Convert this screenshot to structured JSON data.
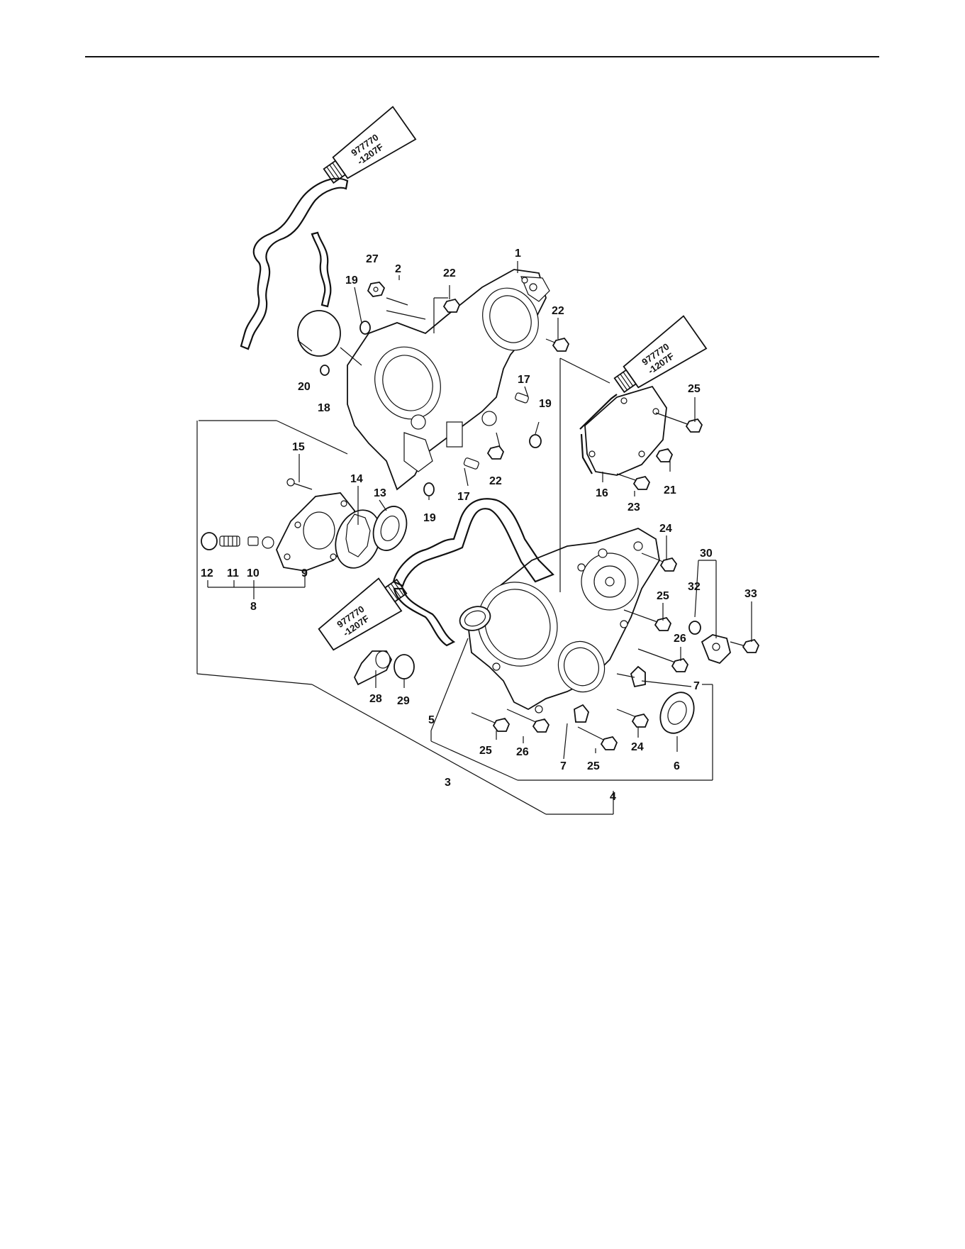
{
  "diagram": {
    "part_labels": [
      {
        "id": "p1",
        "text": "1"
      },
      {
        "id": "p2",
        "text": "2"
      },
      {
        "id": "p3",
        "text": "3"
      },
      {
        "id": "p4",
        "text": "4"
      },
      {
        "id": "p5",
        "text": "5"
      },
      {
        "id": "p6",
        "text": "6"
      },
      {
        "id": "p7a",
        "text": "7"
      },
      {
        "id": "p7b",
        "text": "7"
      },
      {
        "id": "p8",
        "text": "8"
      },
      {
        "id": "p9",
        "text": "9"
      },
      {
        "id": "p10",
        "text": "10"
      },
      {
        "id": "p11",
        "text": "11"
      },
      {
        "id": "p12",
        "text": "12"
      },
      {
        "id": "p13",
        "text": "13"
      },
      {
        "id": "p14",
        "text": "14"
      },
      {
        "id": "p15",
        "text": "15"
      },
      {
        "id": "p16",
        "text": "16"
      },
      {
        "id": "p17a",
        "text": "17"
      },
      {
        "id": "p17b",
        "text": "17"
      },
      {
        "id": "p18",
        "text": "18"
      },
      {
        "id": "p19a",
        "text": "19"
      },
      {
        "id": "p19b",
        "text": "19"
      },
      {
        "id": "p19c",
        "text": "19"
      },
      {
        "id": "p20",
        "text": "20"
      },
      {
        "id": "p21",
        "text": "21"
      },
      {
        "id": "p22a",
        "text": "22"
      },
      {
        "id": "p22b",
        "text": "22"
      },
      {
        "id": "p22c",
        "text": "22"
      },
      {
        "id": "p23",
        "text": "23"
      },
      {
        "id": "p24a",
        "text": "24"
      },
      {
        "id": "p24b",
        "text": "24"
      },
      {
        "id": "p25a",
        "text": "25"
      },
      {
        "id": "p25b",
        "text": "25"
      },
      {
        "id": "p25c",
        "text": "25"
      },
      {
        "id": "p25d",
        "text": "25"
      },
      {
        "id": "p26a",
        "text": "26"
      },
      {
        "id": "p26b",
        "text": "26"
      },
      {
        "id": "p27",
        "text": "27"
      },
      {
        "id": "p28",
        "text": "28"
      },
      {
        "id": "p29",
        "text": "29"
      },
      {
        "id": "p30",
        "text": "30"
      },
      {
        "id": "p32",
        "text": "32"
      },
      {
        "id": "p33",
        "text": "33"
      }
    ],
    "sealant_tube": {
      "line1": "977770",
      "line2": "-1207F"
    }
  }
}
